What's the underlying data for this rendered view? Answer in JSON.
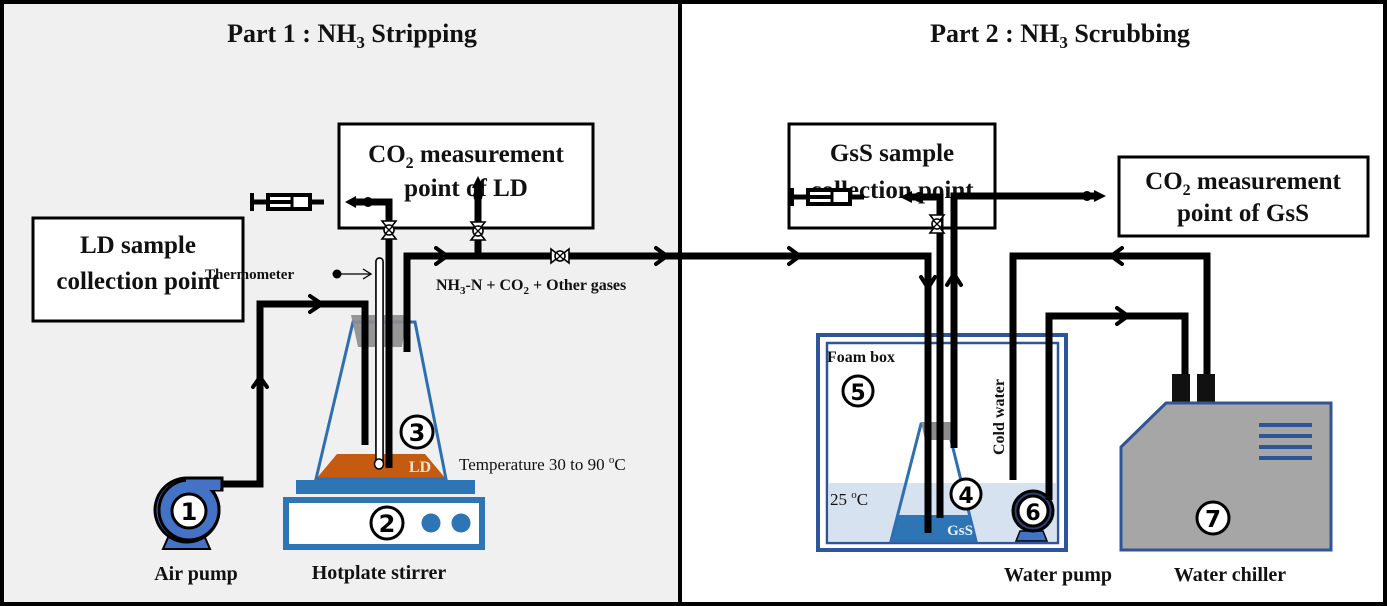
{
  "part1": {
    "title_prefix": "Part 1 : NH",
    "title_sub": "3",
    "title_suffix": " Stripping",
    "ld_sample_box": [
      "LD sample",
      "collection point"
    ],
    "co2_box": {
      "line1_prefix": "CO",
      "line1_sub": "2",
      "line1_suffix": " measurement",
      "line2": "point of LD"
    },
    "thermometer_label": "Thermometer",
    "gas_label": {
      "p1": "NH",
      "s1": "3",
      "p2": "-N + CO",
      "s2": "2",
      "p3": " + Other gases"
    },
    "temperature_label": {
      "prefix": "Temperature  30 to 90 ",
      "sup": "o",
      "suffix": "C"
    },
    "ld_label": "LD",
    "air_pump_label": "Air pump",
    "hotplate_label": "Hotplate stirrer",
    "numbers": {
      "air_pump": "1",
      "hotplate": "2",
      "flask": "3"
    }
  },
  "part2": {
    "title_prefix": "Part 2 : NH",
    "title_sub": "3",
    "title_suffix": " Scrubbing",
    "gss_sample_box": [
      "GsS sample",
      "collection point"
    ],
    "co2_box": {
      "line1_prefix": "CO",
      "line1_sub": "2",
      "line1_suffix": " measurement",
      "line2": "point of GsS"
    },
    "foam_box_label": "Foam box",
    "cold_water_label": "Cold water",
    "bath_temp": {
      "prefix": "25 ",
      "sup": "o",
      "suffix": "C"
    },
    "gss_label": "GsS",
    "water_pump_label": "Water pump",
    "water_chiller_label": "Water chiller",
    "numbers": {
      "flask": "4",
      "foam_box": "5",
      "water_pump": "6",
      "chiller": "7"
    }
  },
  "colors": {
    "panel1_bg": "#f0f0f0",
    "panel2_bg": "#ffffff",
    "blue": "#2e6fb3",
    "pump_blue": "#4472c4",
    "ld_liquid": "#c55a11",
    "gss_liquid": "#2e75b6",
    "bath_water": "#d6e2ef",
    "chiller_gray": "#a6a6a6",
    "stopper_gray": "#8c8c8c"
  }
}
